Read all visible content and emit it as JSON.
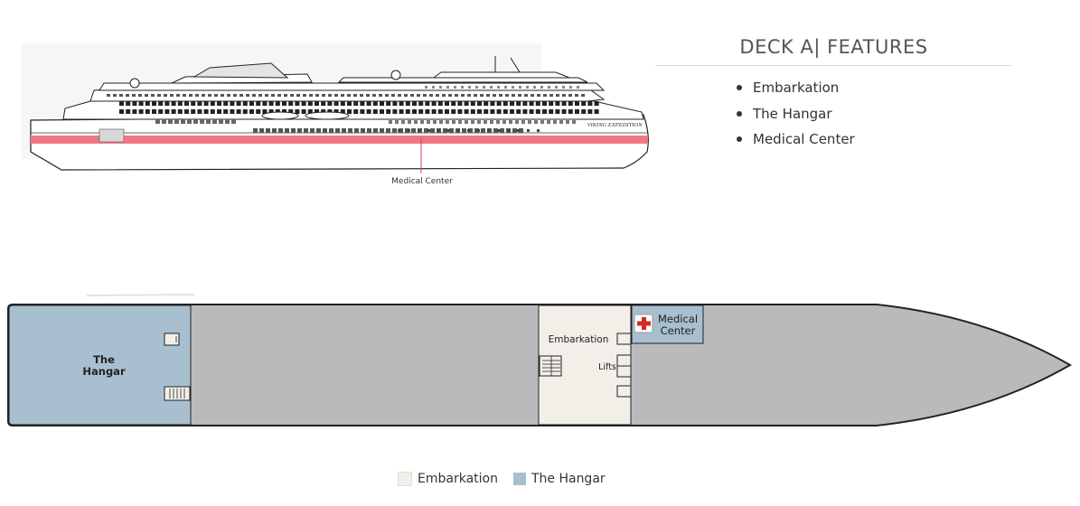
{
  "colors": {
    "hull_stripe": "#f07883",
    "hangar": "#a7bfcf",
    "embarkation": "#f1efe8",
    "deck_gray": "#b9babc",
    "medical_center": "#a7bfcf",
    "medical_cross": "#d42a2a"
  },
  "ship_profile": {
    "ship_name": "VIKING EXPEDITION",
    "callout_label": "Medical Center"
  },
  "features": {
    "title": "DECK A| FEATURES",
    "items": [
      "Embarkation",
      "The Hangar",
      "Medical Center"
    ]
  },
  "deck_plan": {
    "hangar_label_line1": "The",
    "hangar_label_line2": "Hangar",
    "embarkation_label": "Embarkation",
    "lifts_label": "Lifts",
    "medical_label_line1": "Medical",
    "medical_label_line2": "Center",
    "icons": [
      "medical-cross-icon",
      "stairs-icon",
      "lift-icon"
    ]
  },
  "legend": {
    "items": [
      {
        "label": "Embarkation",
        "color": "#f1efe8"
      },
      {
        "label": "The Hangar",
        "color": "#a7bfcf"
      }
    ]
  }
}
